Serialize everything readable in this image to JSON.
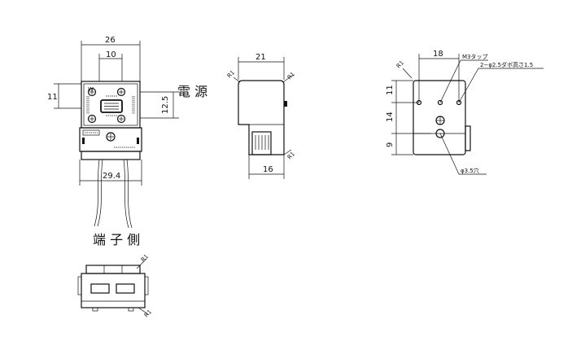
{
  "front_view": {
    "dim_width_top": "26",
    "dim_slot": "10",
    "dim_height_left": "11",
    "dim_height_right": "12.5",
    "dim_width_bottom": "29.4",
    "panel_label_w": "W",
    "handwritten_right": "電 源",
    "handwritten_bottom": "端 子 側"
  },
  "side_view": {
    "dim_width_top": "21",
    "dim_width_bottom": "16",
    "radius_top": "R1",
    "radius_bottom": "R1"
  },
  "rear_view": {
    "dim_width_top": "18",
    "dim_h1": "11",
    "dim_h2": "14",
    "dim_h3": "9",
    "radius_corner": "R1",
    "callout_tap": "M3タップ",
    "callout_holes": "2−φ2.5ダボ高さ1.5",
    "callout_hole_center": "φ3.5穴"
  },
  "bottom_view": {
    "radius_top": "R1",
    "radius_bottom": "R1"
  }
}
